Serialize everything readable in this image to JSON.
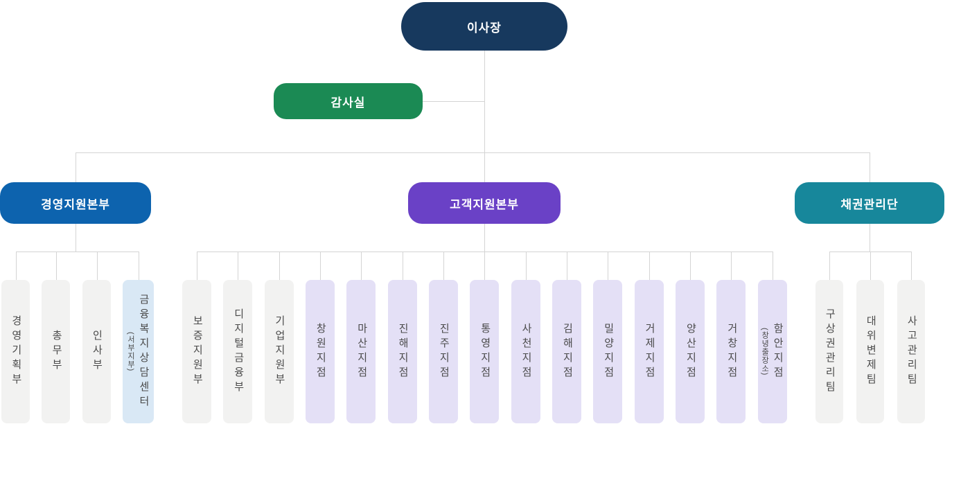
{
  "root": {
    "label": "이사장",
    "color": "#17395E"
  },
  "audit": {
    "label": "감사실",
    "color": "#1B8A54"
  },
  "divisions": [
    {
      "label": "경영지원본부",
      "color": "#0D63AE",
      "items": [
        {
          "label": "경영기획부"
        },
        {
          "label": "총무부"
        },
        {
          "label": "인사부"
        },
        {
          "label": "금융복지상담센터",
          "sub": "(서부지부)",
          "highlight": "blue"
        }
      ]
    },
    {
      "label": "고객지원본부",
      "color": "#6A41C6",
      "items": [
        {
          "label": "보증지원부"
        },
        {
          "label": "디지털금융부"
        },
        {
          "label": "기업지원부"
        },
        {
          "label": "창원지점",
          "highlight": "purple"
        },
        {
          "label": "마산지점",
          "highlight": "purple"
        },
        {
          "label": "진해지점",
          "highlight": "purple"
        },
        {
          "label": "진주지점",
          "highlight": "purple"
        },
        {
          "label": "통영지점",
          "highlight": "purple"
        },
        {
          "label": "사천지점",
          "highlight": "purple"
        },
        {
          "label": "김해지점",
          "highlight": "purple"
        },
        {
          "label": "밀양지점",
          "highlight": "purple"
        },
        {
          "label": "거제지점",
          "highlight": "purple"
        },
        {
          "label": "양산지점",
          "highlight": "purple"
        },
        {
          "label": "거창지점",
          "highlight": "purple"
        },
        {
          "label": "함안지점",
          "sub": "(창녕출장소)",
          "highlight": "purple"
        }
      ]
    },
    {
      "label": "채권관리단",
      "color": "#17879B",
      "items": [
        {
          "label": "구상권관리팀"
        },
        {
          "label": "대위변제팀"
        },
        {
          "label": "사고관리팀"
        }
      ]
    }
  ],
  "palette": {
    "line": "#D4D4D4",
    "leaf_default": "#F2F2F1",
    "leaf_branch": "#E4E0F6",
    "leaf_special": "#D9E8F5",
    "leaf_text": "#4A4A4A"
  }
}
